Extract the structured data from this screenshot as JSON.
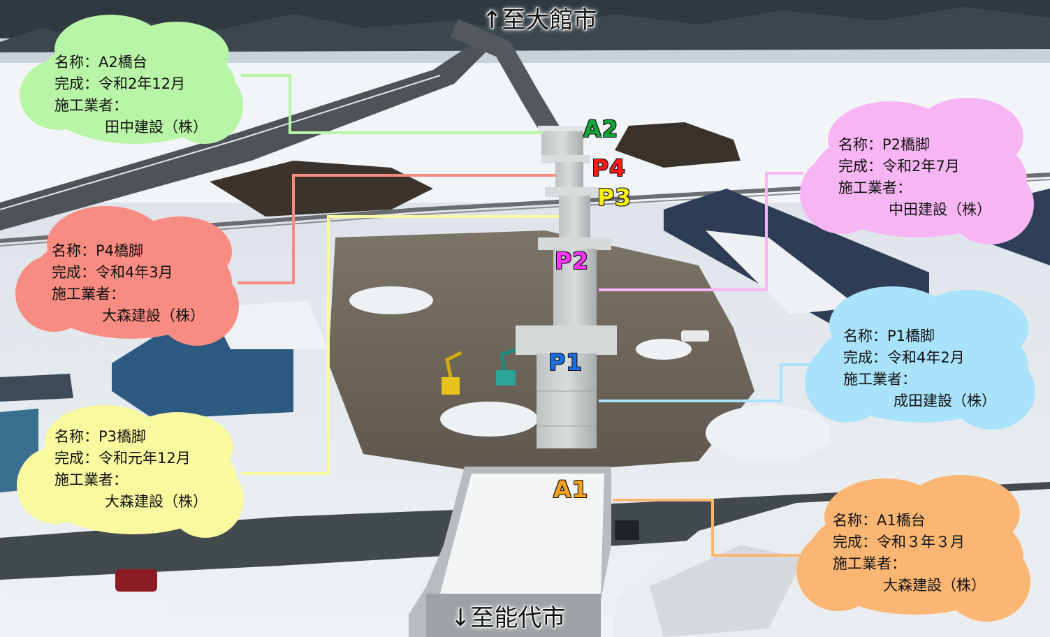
{
  "directions": {
    "north": "↑至大館市",
    "south": "↓至能代市"
  },
  "pier_labels": [
    {
      "id": "A2",
      "text": "A2",
      "color": "#12a537"
    },
    {
      "id": "P4",
      "text": "P4",
      "color": "#ff1a1a"
    },
    {
      "id": "P3",
      "text": "P3",
      "color": "#f8ef1a"
    },
    {
      "id": "P2",
      "text": "P2",
      "color": "#ff33ff"
    },
    {
      "id": "P1",
      "text": "P1",
      "color": "#1b6fe0"
    },
    {
      "id": "A1",
      "text": "A1",
      "color": "#f5a020"
    }
  ],
  "callouts": {
    "a2": {
      "name": "名称：A2橋台",
      "completed": "完成：令和2年12月",
      "builder_label": "施工業者：",
      "builder": "田中建設（株）",
      "color": "#b9f5a6"
    },
    "p4": {
      "name": "名称：P4橋脚",
      "completed": "完成：令和4年3月",
      "builder_label": "施工業者：",
      "builder": "大森建設（株）",
      "color": "#f98c82"
    },
    "p3": {
      "name": "名称：P3橋脚",
      "completed": "完成：令和元年12月",
      "builder_label": "施工業者：",
      "builder": "大森建設（株）",
      "color": "#f9f9a0"
    },
    "p2": {
      "name": "名称：P2橋脚",
      "completed": "完成：令和2年7月",
      "builder_label": "施工業者：",
      "builder": "中田建設（株）",
      "color": "#f7b6f3"
    },
    "p1": {
      "name": "名称：P1橋脚",
      "completed": "完成：令和4年2月",
      "builder_label": "施工業者：",
      "builder": "成田建設（株）",
      "color": "#a9e3fb"
    },
    "a1": {
      "name": "名称：A1橋台",
      "completed": "完成：令和３年３月",
      "builder_label": "施工業者：",
      "builder": "大森建設（株）",
      "color": "#fbb674"
    }
  }
}
